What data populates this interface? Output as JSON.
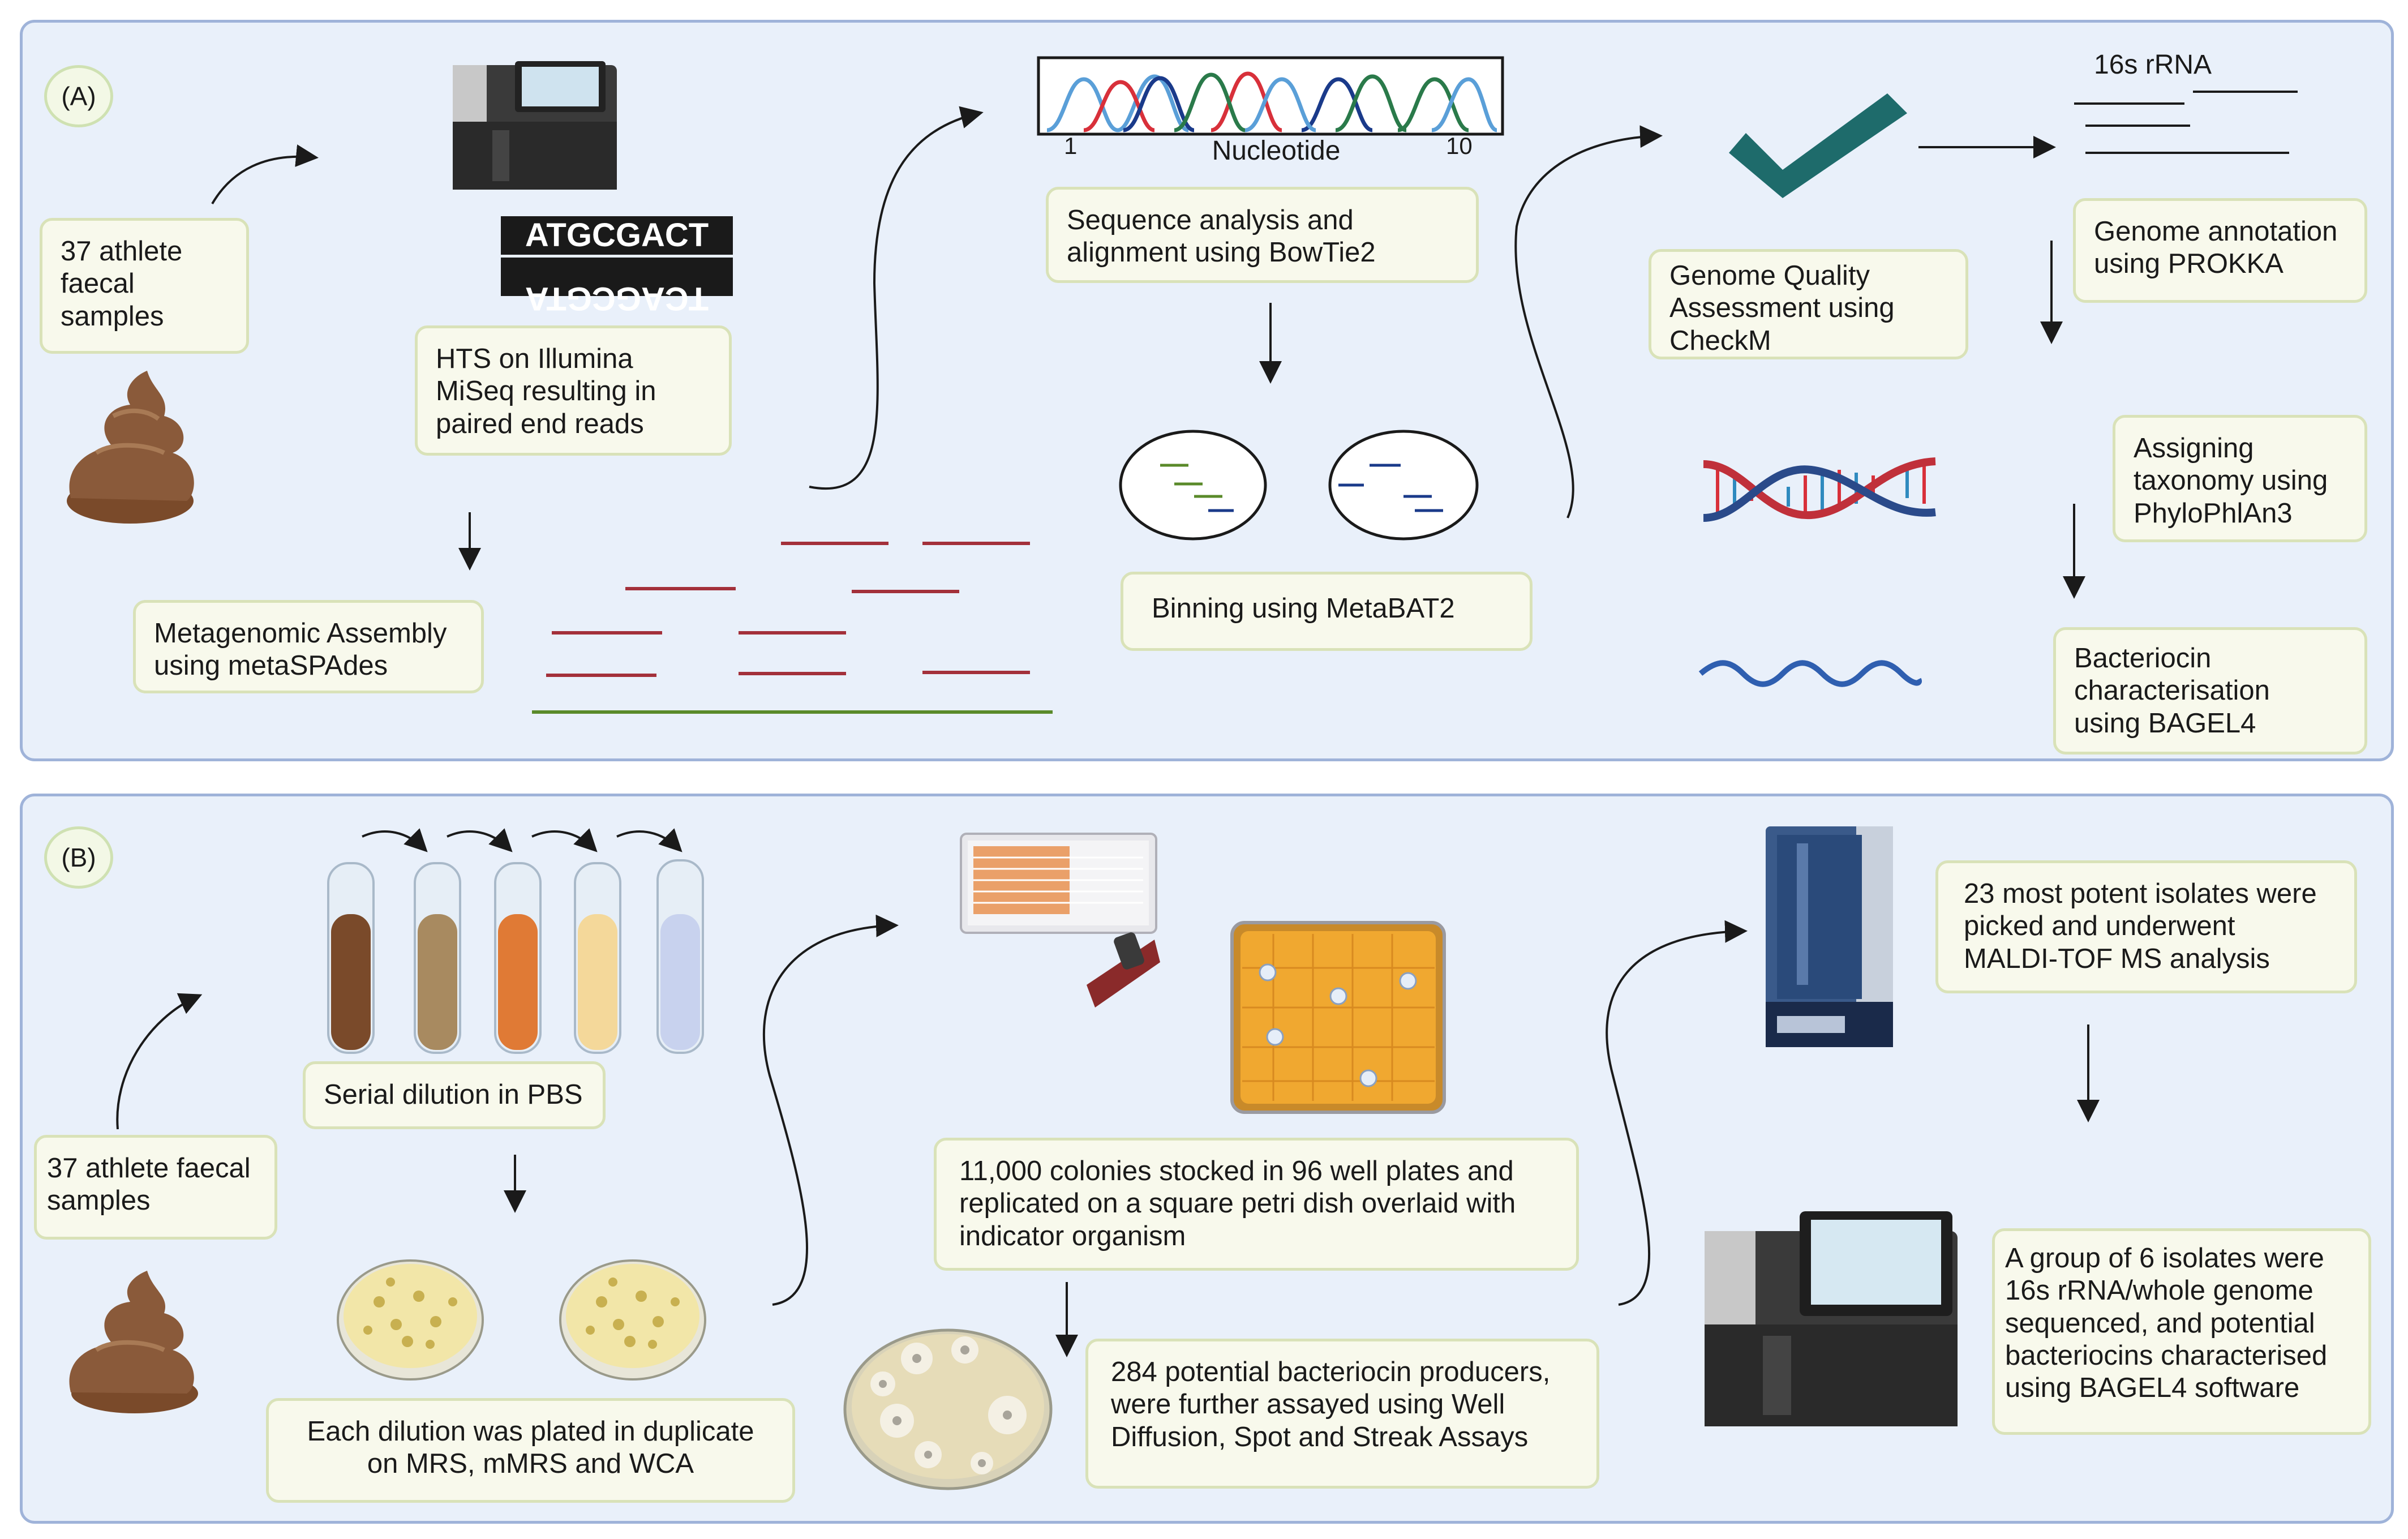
{
  "panel_a": {
    "label": "(A)",
    "samples": "37 athlete\nfaecal\nsamples",
    "hts": "HTS on Illumina\nMiSeq resulting in\npaired end reads",
    "assembly": "Metagenomic Assembly\nusing  metaSPAdes",
    "sequence_analysis": "Sequence analysis and\nalignment using BowTie2",
    "binning": "Binning using MetaBAT2",
    "quality": "Genome Quality\nAssessment using\nCheckM",
    "annotation": "Genome annotation\nusing PROKKA",
    "taxonomy": "Assigning\ntaxonomy using\nPhyloPhlAn3",
    "bacteriocin": "Bacteriocin\ncharacterisation\nusing BAGEL4",
    "chromatogram_label": "Nucleotide",
    "chromatogram_start": "1",
    "chromatogram_end": "10",
    "rrna_label": "16s rRNA",
    "dna_top": "ATGCGACT",
    "dna_bottom": "TCAGCGTA"
  },
  "panel_b": {
    "label": "(B)",
    "samples": "37 athlete faecal\nsamples",
    "serial": "Serial dilution in PBS",
    "plated": "Each dilution was plated in duplicate\non MRS, mMRS and WCA",
    "colonies": "11,000 colonies stocked in 96 well plates and\nreplicated on a square petri dish overlaid with\nindicator organism",
    "producers": "284 potential bacteriocin producers,\nwere further assayed using  Well\nDiffusion, Spot and Streak Assays",
    "maldi": "23 most potent isolates were\npicked and underwent\nMALDI-TOF MS analysis",
    "group": "A group of 6 isolates were\n16s rRNA/whole genome\nsequenced, and potential\nbacteriocins characterised\nusing BAGEL4 software"
  },
  "colors": {
    "panel_bg": "#e9f0fa",
    "panel_border": "#9fb3d9",
    "box_bg": "#f8f9ec",
    "box_border": "#d9e2b8",
    "read_red": "#a3303a",
    "ref_green": "#5a8a2a",
    "check_teal": "#1e6b6b",
    "wave_blue": "#2f5fb0",
    "poop_brown": "#8a5a3a"
  }
}
